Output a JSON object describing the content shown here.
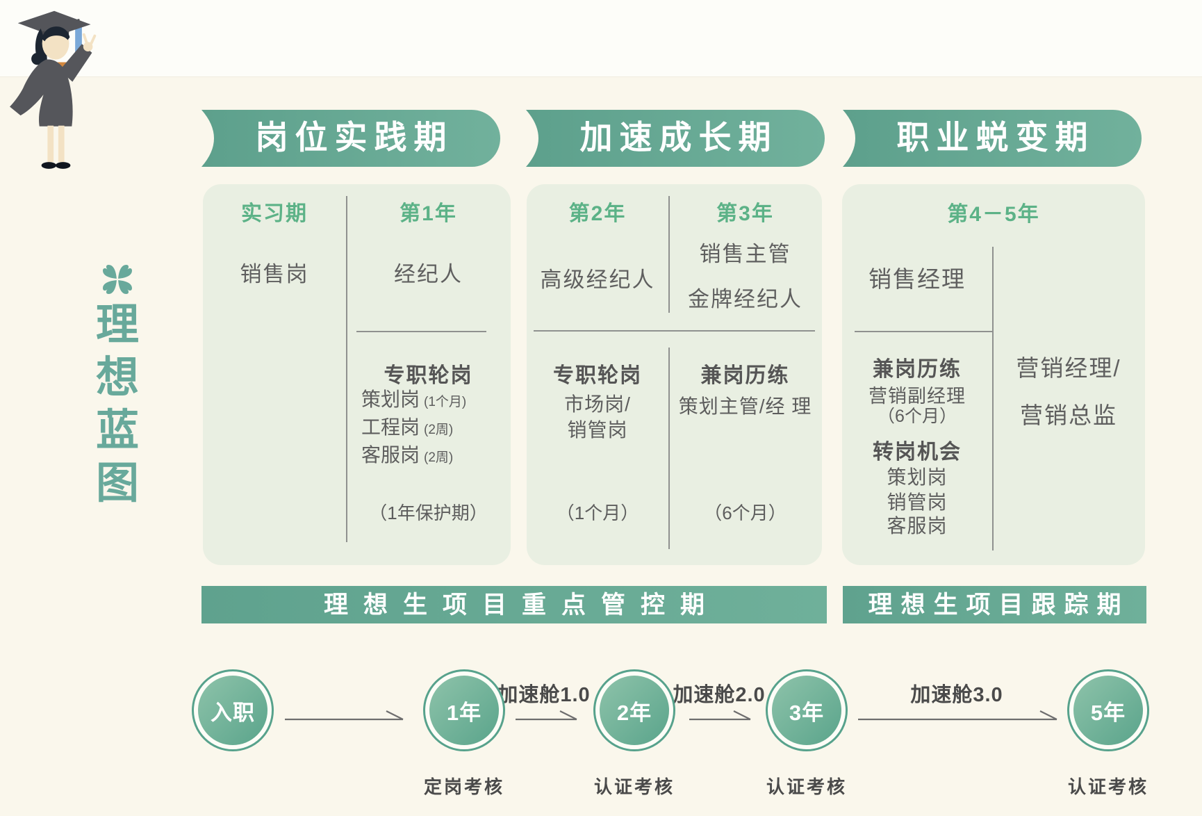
{
  "title": {
    "chars": [
      "理",
      "想",
      "蓝",
      "图"
    ]
  },
  "colors": {
    "ribbon_teal": "#64a893",
    "header_green": "#5cb287",
    "title_teal": "#68a99b",
    "text_gray": "#5d5d5d",
    "panel_bg": "#e9efe2",
    "page_bg": "#faf7ec"
  },
  "stage1": {
    "ribbon": "岗位实践期",
    "left_header": "实习期",
    "right_header": "第1年",
    "left_role": "销售岗",
    "right_role": "经纪人",
    "sub_header": "专职轮岗",
    "items": [
      {
        "name": "策划岗",
        "dur": "(1个月)"
      },
      {
        "name": "工程岗",
        "dur": "(2周)"
      },
      {
        "name": "客服岗",
        "dur": "(2周)"
      }
    ],
    "note": "（1年保护期）"
  },
  "stage2": {
    "ribbon": "加速成长期",
    "left_header": "第2年",
    "right_header": "第3年",
    "left_role": "高级经纪人",
    "right_role_line1": "销售主管",
    "right_role_line2": "金牌经纪人",
    "left_sub_header": "专职轮岗",
    "left_sub_line1": "市场岗/",
    "left_sub_line2": "销管岗",
    "left_note": "（1个月）",
    "right_sub_header": "兼岗历练",
    "right_sub_line": "策划主管/经 理",
    "right_note": "（6个月）"
  },
  "stage3": {
    "ribbon": "职业蜕变期",
    "header": "第4－5年",
    "left_role": "销售经理",
    "left_sub_header": "兼岗历练",
    "left_sub_line1": "营销副经理",
    "left_sub_line2": "（6个月）",
    "transfer_header": "转岗机会",
    "transfer_items": [
      "策划岗",
      "销管岗",
      "客服岗"
    ],
    "right_role_line1": "营销经理/",
    "right_role_line2": "营销总监"
  },
  "banners": {
    "control": "理想生项目重点管控期",
    "track": "理想生项目跟踪期"
  },
  "timeline": {
    "nodes": [
      {
        "label": "入职",
        "exam": ""
      },
      {
        "label": "1年",
        "exam": "定岗考核"
      },
      {
        "label": "2年",
        "exam": "认证考核"
      },
      {
        "label": "3年",
        "exam": "认证考核"
      },
      {
        "label": "5年",
        "exam": "认证考核"
      }
    ],
    "accel_labels": [
      "加速舱1.0",
      "加速舱2.0",
      "加速舱3.0"
    ]
  }
}
